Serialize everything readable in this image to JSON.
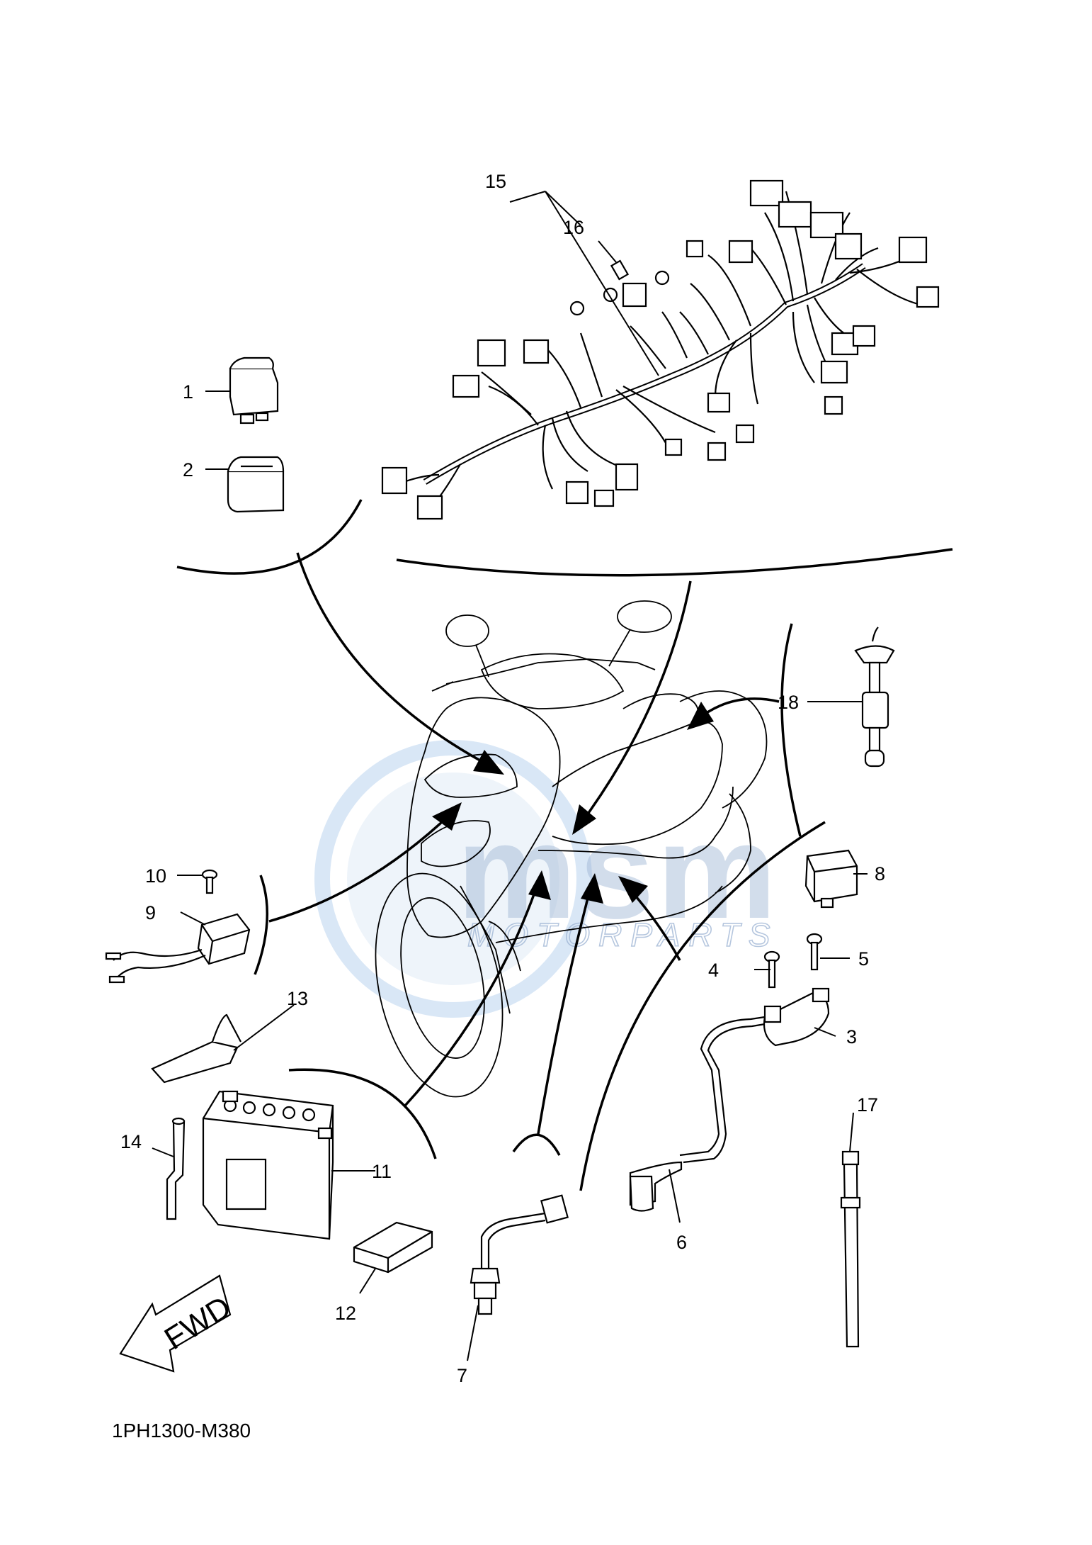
{
  "diagram": {
    "ref_code": "1PH1300-M380",
    "direction_label": "FWD",
    "watermark": {
      "main": "msm",
      "sub": "MOTORPARTS"
    },
    "callouts": [
      "1",
      "2",
      "3",
      "4",
      "5",
      "6",
      "7",
      "8",
      "9",
      "10",
      "11",
      "12",
      "13",
      "14",
      "15",
      "16",
      "17",
      "18"
    ]
  }
}
